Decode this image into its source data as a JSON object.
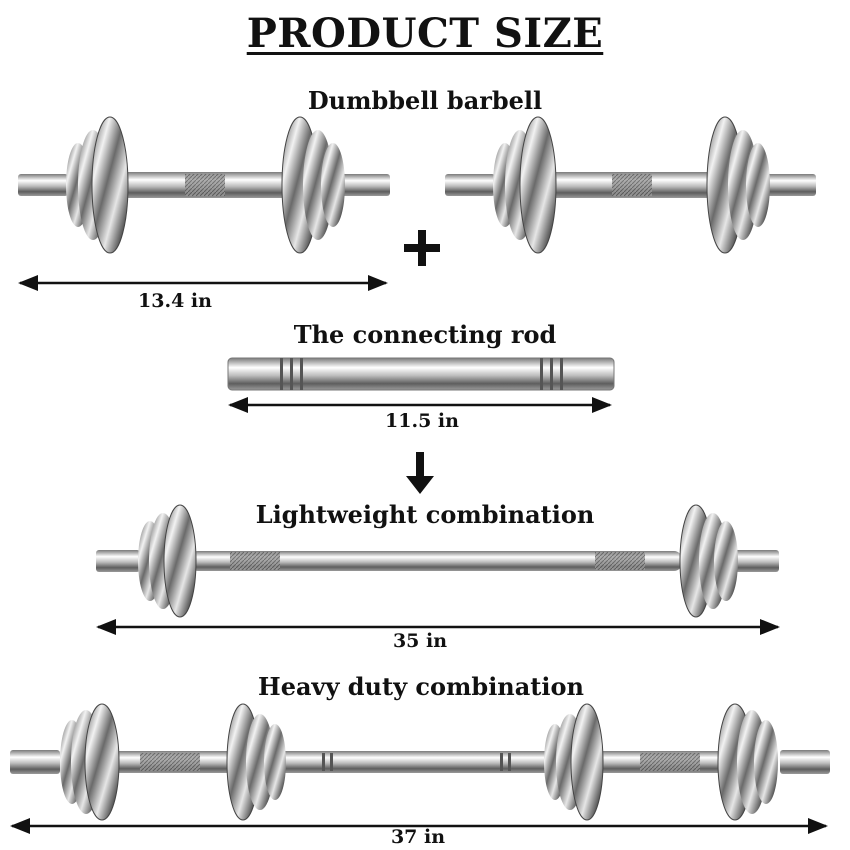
{
  "title": "PRODUCT SIZE",
  "sections": {
    "dumbbell": {
      "label": "Dumbbell barbell",
      "measure": "13.4 in"
    },
    "rod": {
      "label": "The connecting rod",
      "measure": "11.5 in"
    },
    "lightweight": {
      "label": "Lightweight combination",
      "measure": "35 in"
    },
    "heavy": {
      "label": "Heavy duty combination",
      "measure": "37 in"
    }
  },
  "symbols": {
    "plus": "+",
    "down_arrow": "down-arrow-icon"
  },
  "colors": {
    "text": "#111111",
    "background": "#ffffff",
    "chrome_dark": "#5a5a5a",
    "chrome_light": "#f4f4f4"
  }
}
